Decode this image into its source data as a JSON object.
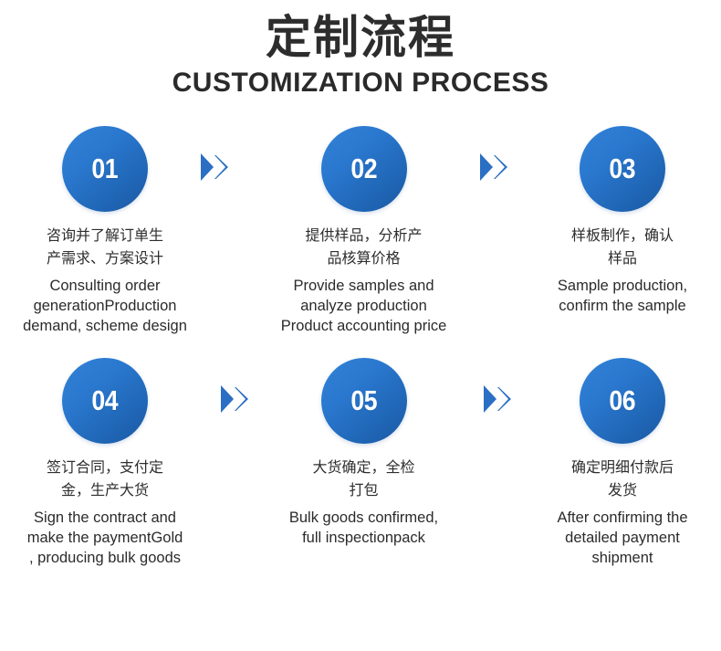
{
  "header": {
    "title_cn": "定制流程",
    "title_en": "CUSTOMIZATION PROCESS"
  },
  "theme": {
    "accent_blue_light": "#3182d6",
    "accent_blue_dark": "#1b59a3",
    "text_color": "#2b2b2b",
    "background": "#ffffff"
  },
  "arrow_icon": "double-chevron-right",
  "steps": [
    {
      "number": "01",
      "text_cn": "咨询并了解订单生\n产需求、方案设计",
      "text_en": "Consulting order\ngenerationProduction\ndemand, scheme design"
    },
    {
      "number": "02",
      "text_cn": "提供样品，分析产\n品核算价格",
      "text_en": "Provide samples and\nanalyze production\nProduct accounting price"
    },
    {
      "number": "03",
      "text_cn": "样板制作，确认\n样品",
      "text_en": "Sample production,\nconfirm the sample"
    },
    {
      "number": "04",
      "text_cn": "签订合同，支付定\n金，生产大货",
      "text_en": "Sign the contract and\nmake the paymentGold\n, producing bulk goods"
    },
    {
      "number": "05",
      "text_cn": "大货确定，全检\n打包",
      "text_en": "Bulk goods confirmed,\nfull inspectionpack"
    },
    {
      "number": "06",
      "text_cn": "确定明细付款后\n发货",
      "text_en": "After confirming the\ndetailed payment\nshipment"
    }
  ]
}
